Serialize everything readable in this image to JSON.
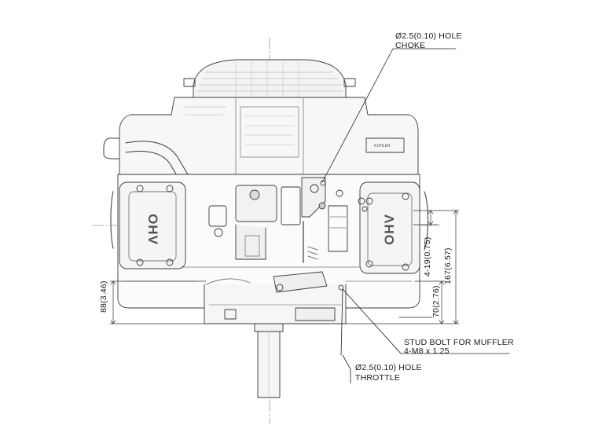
{
  "callouts": {
    "choke_hole": "Ø2.5(0.10) HOLE",
    "choke": "CHOKE",
    "stud_bolt": "STUD BOLT FOR MUFFLER",
    "stud_spec": "4-M8 x 1.25",
    "throttle_hole": "Ø2.5(0.10) HOLE",
    "throttle": "THROTTLE"
  },
  "dimensions": {
    "left_height": "88(3.46)",
    "mount_holes": "4-19(0.75)",
    "overall": "167(6.57)",
    "muffler_height": "70(2.76)"
  },
  "markings": {
    "valve_cover_left": "OHV",
    "valve_cover_right": "OHV"
  }
}
